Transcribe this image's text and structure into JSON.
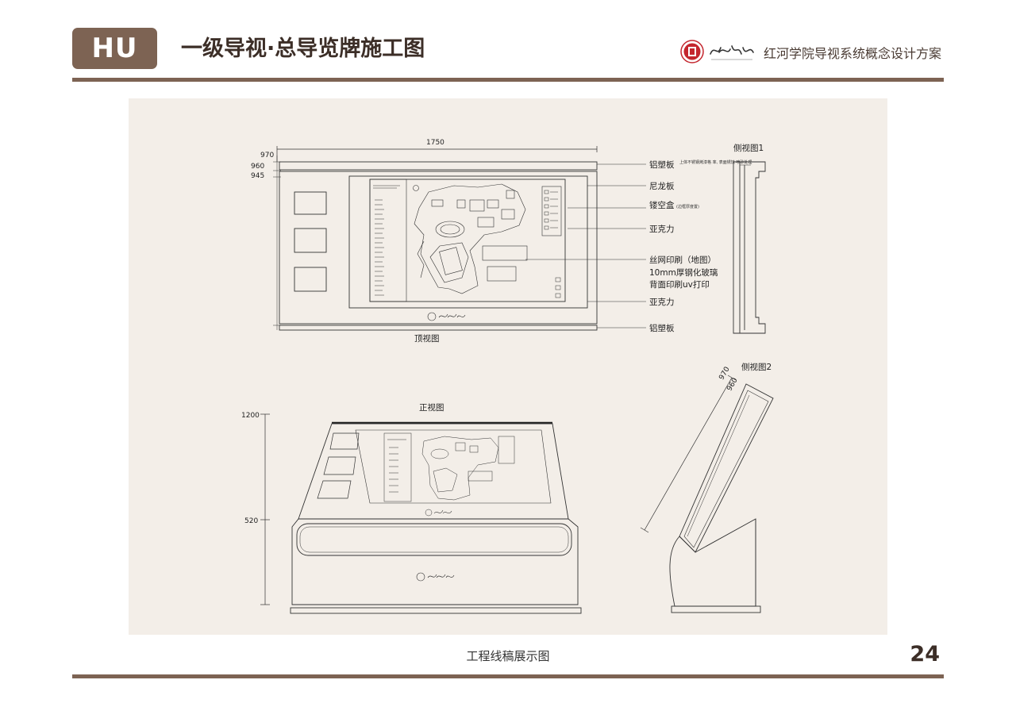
{
  "header": {
    "logo_text": "HU",
    "title": "一级导视·总导览牌施工图",
    "subtitle": "红河学院导视系统概念设计方案",
    "school_brand": "红河学院"
  },
  "drawing": {
    "top_view": {
      "caption": "顶视图",
      "width_dim": "1750",
      "dims": [
        "970",
        "960",
        "945"
      ]
    },
    "callouts": [
      {
        "label": "铝塑板",
        "note": "上体不锈钢烤漆格 率, 表面锈蚀 喷砂处理"
      },
      {
        "label": "尼龙板",
        "note": ""
      },
      {
        "label": "镂空盒",
        "note": "(边框厚度置)"
      },
      {
        "label": "亚克力",
        "note": ""
      },
      {
        "label": "丝网印刷（地图）",
        "note": ""
      },
      {
        "label": "10mm厚钢化玻璃",
        "note": ""
      },
      {
        "label": "背面印刷uv打印",
        "note": ""
      },
      {
        "label": "亚克力",
        "note": ""
      },
      {
        "label": "铝塑板",
        "note": ""
      }
    ],
    "side_view_1": {
      "caption": "侧视图1"
    },
    "side_view_2": {
      "caption": "侧视图2",
      "dims": [
        "970",
        "960"
      ]
    },
    "front_view": {
      "caption": "正视图",
      "dims": [
        "1200",
        "520"
      ]
    }
  },
  "footer": {
    "caption": "工程线稿展示图",
    "page_number": "24"
  },
  "colors": {
    "brand": "#7d6353",
    "panel_bg": "#f3eee8",
    "seal_red": "#c4262e"
  }
}
